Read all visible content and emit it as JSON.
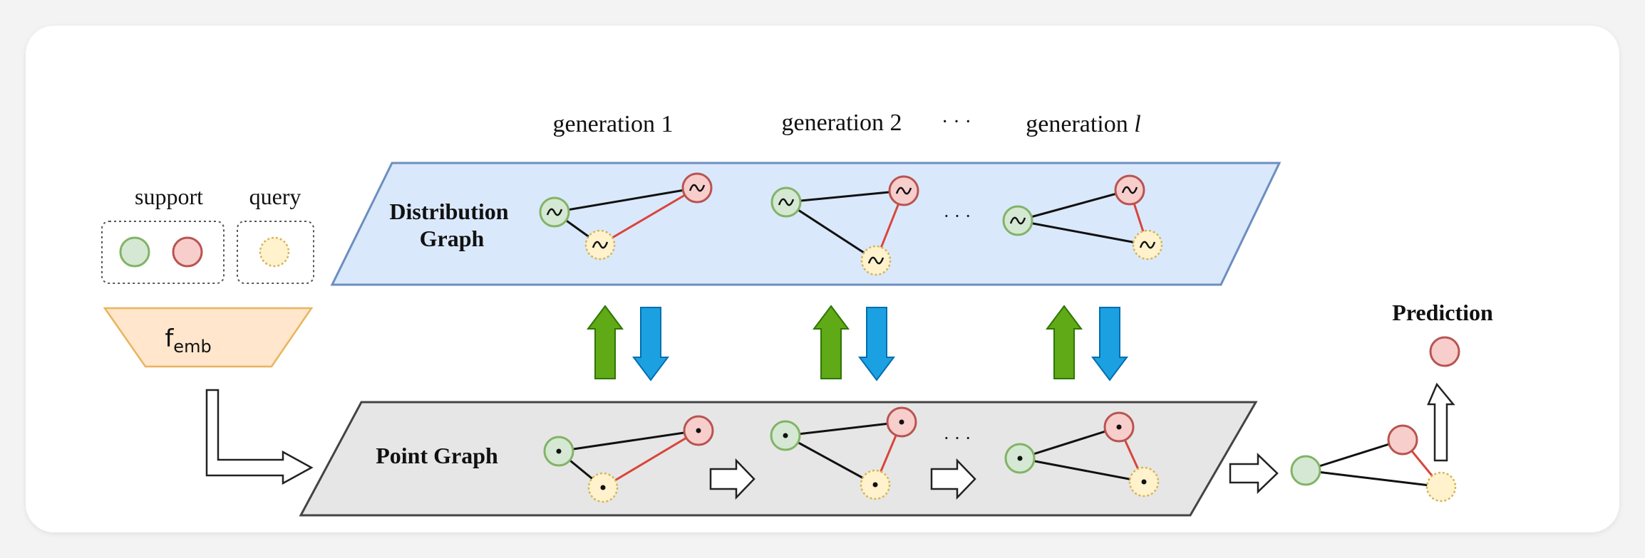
{
  "legend": {
    "support_label": "support",
    "query_label": "query"
  },
  "embedding": {
    "label_main": "f",
    "label_sub": "emb"
  },
  "generations": {
    "g1": "generation 1",
    "g2": "generation 2",
    "ellipsis": "· · ·",
    "g3_prefix": "generation ",
    "g3_var": "l"
  },
  "distribution_graph": {
    "label_line1": "Distribution",
    "label_line2": "Graph",
    "ellipsis": "· · ·"
  },
  "point_graph": {
    "label": "Point Graph",
    "ellipsis": "· · ·"
  },
  "prediction": {
    "label": "Prediction"
  },
  "colors": {
    "support_green_fill": "#d5e8d4",
    "support_green_stroke": "#82b366",
    "support_red_fill": "#f8cecc",
    "support_red_stroke": "#b85450",
    "query_fill": "#fff2cc",
    "query_stroke": "#d6b656",
    "dist_plane_fill": "#dae8fc",
    "dist_plane_stroke": "#6c8ebf",
    "point_plane_fill": "#e6e6e6",
    "point_plane_stroke": "#444444",
    "embed_fill": "#ffe6cc",
    "embed_stroke": "#e8b45c",
    "arrow_up_green": "#60a917",
    "arrow_down_blue": "#1ba1e2",
    "edge_red": "#d9453a"
  }
}
